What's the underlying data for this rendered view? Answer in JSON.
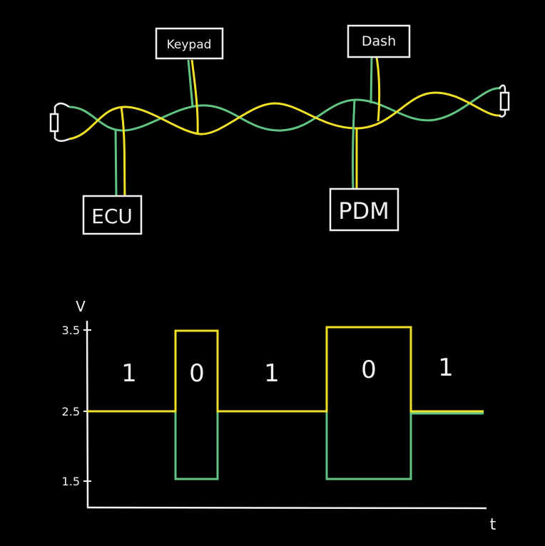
{
  "colors": {
    "background": "#000000",
    "can_high": "#f0e027",
    "can_low": "#62c483",
    "outline": "#f2f2f2"
  },
  "bus": {
    "nodes": [
      {
        "id": "keypad",
        "label": "Keypad"
      },
      {
        "id": "dash",
        "label": "Dash"
      },
      {
        "id": "ecu",
        "label": "ECU"
      },
      {
        "id": "pdm",
        "label": "PDM"
      }
    ]
  },
  "signal": {
    "y_axis_label": "V",
    "x_axis_label": "t",
    "y_ticks": [
      "3.5",
      "2.5",
      "1.5"
    ],
    "bits": [
      "1",
      "0",
      "1",
      "0",
      "1"
    ],
    "recessive_voltage": 2.5,
    "dominant_high_voltage": 3.5,
    "dominant_low_voltage": 1.5
  }
}
